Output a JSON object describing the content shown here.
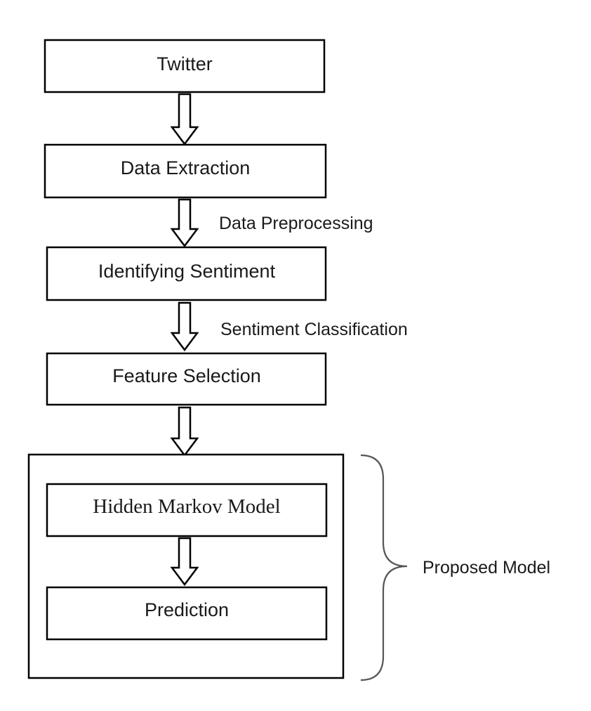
{
  "nodes": {
    "twitter": "Twitter",
    "data_extraction": "Data Extraction",
    "identifying_sentiment": "Identifying Sentiment",
    "feature_selection": "Feature Selection",
    "hidden_markov_model": "Hidden Markov Model",
    "prediction": "Prediction"
  },
  "edge_labels": {
    "data_preprocessing": "Data Preprocessing",
    "sentiment_classification": "Sentiment Classification"
  },
  "group": {
    "label": "Proposed Model"
  }
}
